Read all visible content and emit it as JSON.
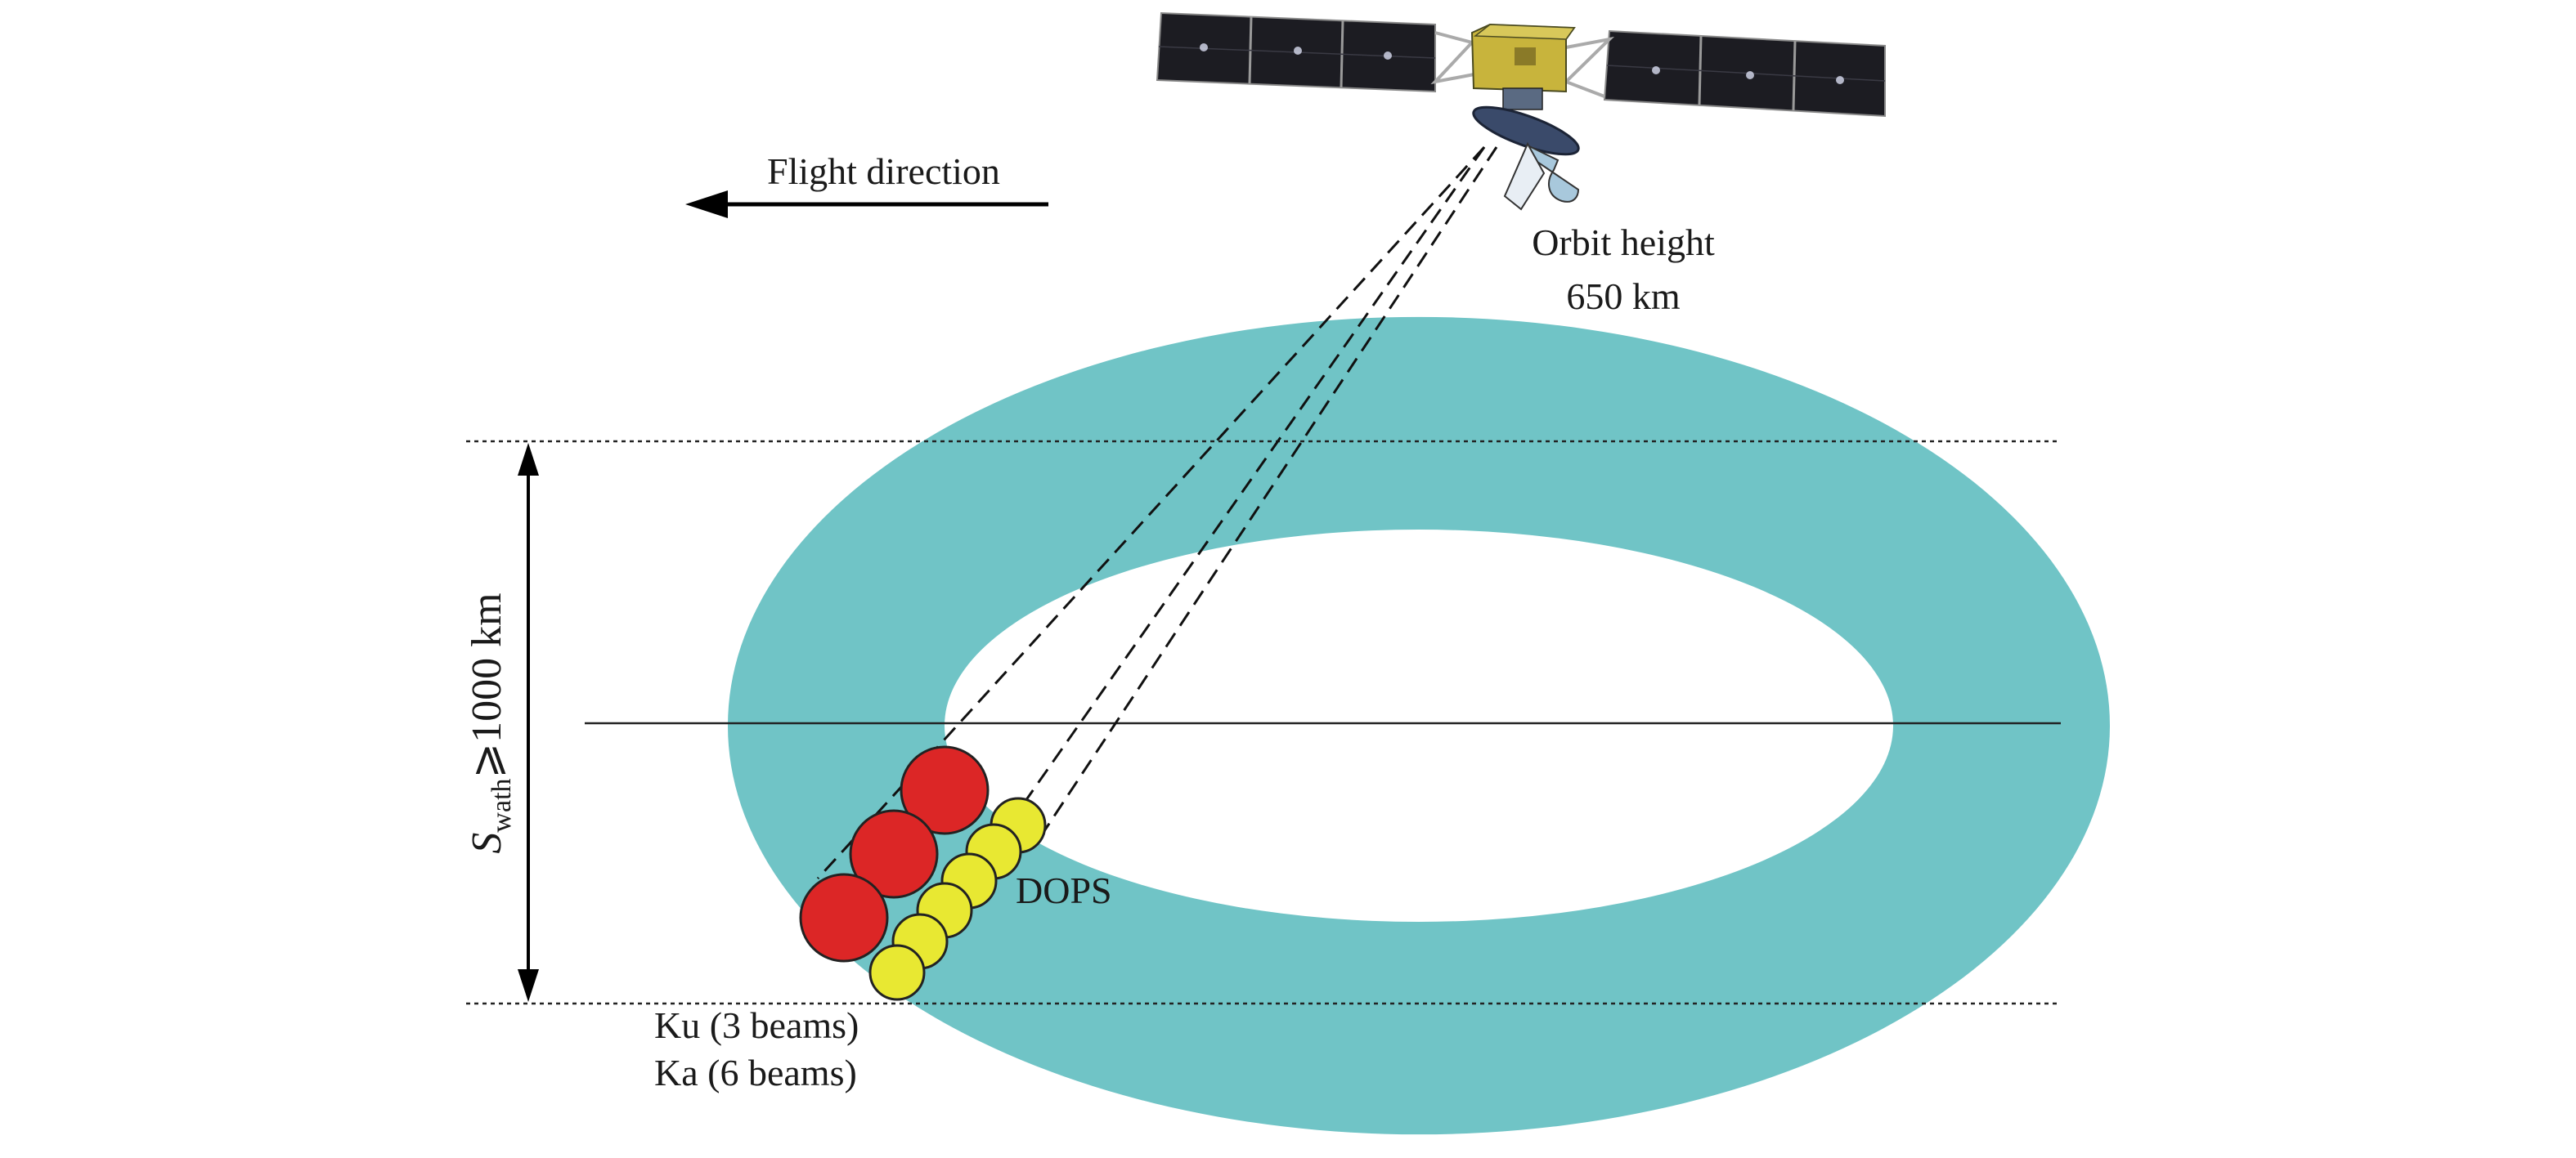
{
  "labels": {
    "flight_direction": "Flight direction",
    "orbit_height_line1": "Orbit height",
    "orbit_height_line2": "650 km",
    "dops": "DOPS",
    "ku_beams": "Ku (3 beams)",
    "ka_beams": "Ka (6 beams)",
    "swath_s": "S",
    "swath_sub": "wath",
    "swath_rest": "⩾1000 km"
  },
  "colors": {
    "swath_ring": "#70c4c6",
    "ku_beam": "#dc2626",
    "ka_beam": "#e8e832",
    "satellite_body": "#c8b43c",
    "solar_panel": "#1c1c22",
    "antenna_dish": "#3a4a6a"
  },
  "icons": {
    "satellite": "satellite-icon",
    "flight_arrow": "left-arrow-icon"
  }
}
